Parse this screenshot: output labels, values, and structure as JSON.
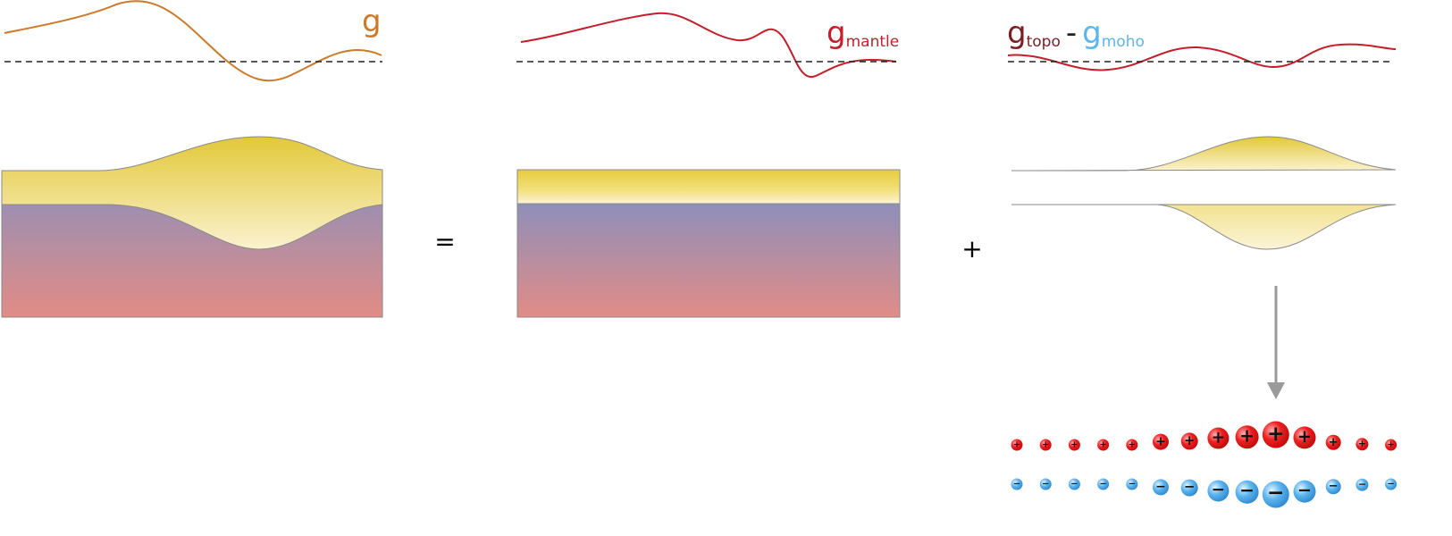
{
  "labels": {
    "total": {
      "main": "g",
      "sub": ""
    },
    "mantle": {
      "main": "g",
      "sub": "mantle"
    },
    "topo": {
      "main": "g",
      "sub": "topo"
    },
    "minus": "-",
    "moho": {
      "main": "g",
      "sub": "moho"
    }
  },
  "operators": {
    "equals": "=",
    "plus": "+"
  },
  "charges": {
    "positive_symbol": "+",
    "negative_symbol": "−",
    "magnitudes": [
      0.15,
      0.15,
      0.15,
      0.15,
      0.15,
      0.4,
      0.45,
      0.7,
      0.8,
      1.0,
      0.75,
      0.35,
      0.2,
      0.15
    ]
  },
  "colors": {
    "g_total": "#cc7a29",
    "g_mantle": "#c41e2a",
    "g_topo": "#7a1e22",
    "g_moho": "#5cb5ee",
    "baseline": "#222222",
    "crust_top": "#e2c838",
    "crust_bottom": "#fbf2d0",
    "mantle_top": "#8e8fba",
    "mantle_bottom": "#e28c86",
    "arrow": "#9a9a9a",
    "positive": "#e01010",
    "negative": "#45a7ea"
  }
}
